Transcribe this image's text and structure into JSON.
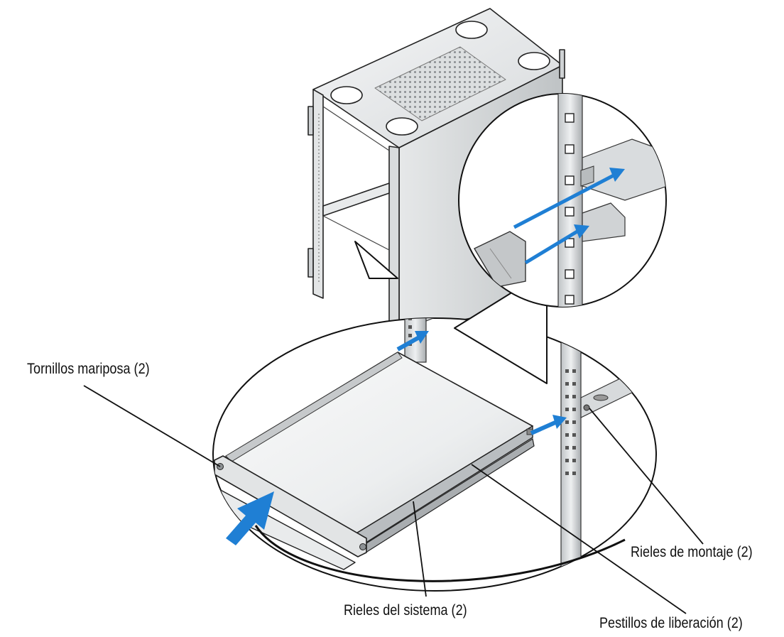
{
  "labels": {
    "thumbscrews": "Tornillos mariposa (2)",
    "mounting_rails": "Rieles de montaje (2)",
    "system_rails": "Rieles del sistema (2)",
    "release_latches": "Pestillos de liberación (2)"
  },
  "colors": {
    "arrow": "#1f7fd4",
    "line": "#111111",
    "metal_light": "#e9ebec",
    "metal_mid": "#c9ccce",
    "metal_dark": "#8d9194"
  },
  "icons": {
    "insert_arrow": "push-arrow-icon",
    "rail_arrow": "slide-arrow-icon"
  }
}
